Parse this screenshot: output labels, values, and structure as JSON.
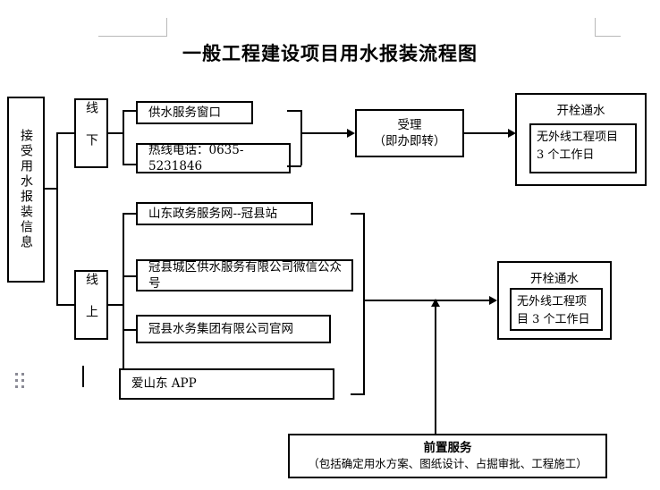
{
  "document": {
    "title": "一般工程建设项目用水报装流程图"
  },
  "flow": {
    "source": {
      "label": "接受用水报装信息",
      "name": "receive-water-application-info"
    },
    "channels": [
      {
        "label": "线下",
        "name": "offline-channel"
      },
      {
        "label": "线上",
        "name": "online-channel"
      }
    ],
    "offline_items": [
      {
        "label": "供水服务窗口"
      },
      {
        "label": "热线电话：0635-5231846"
      }
    ],
    "online_items": [
      {
        "label": "山东政务服务网--冠县站"
      },
      {
        "label": "冠县城区供水服务有限公司微信公众号"
      },
      {
        "label": "冠县水务集团有限公司官网"
      },
      {
        "label": "爱山东 APP"
      }
    ],
    "accept": {
      "line1": "受理",
      "line2": "（即办即转）"
    },
    "results": [
      {
        "title": "开栓通水",
        "detail_line1": "无外线工程项目",
        "detail_line2": "3 个工作日",
        "name": "result-offline"
      },
      {
        "title": "开栓通水",
        "detail_line1": "无外线工程项",
        "detail_line2": "目 3 个工作日",
        "name": "result-online"
      }
    ],
    "pre_service": {
      "line1": "前置服务",
      "line2": "（包括确定用水方案、图纸设计、占掘审批、工程施工）"
    }
  },
  "colors": {
    "ink": "#000000",
    "paper": "#ffffff",
    "guide": "#b9b9b9",
    "handle": "#8a8a95"
  }
}
